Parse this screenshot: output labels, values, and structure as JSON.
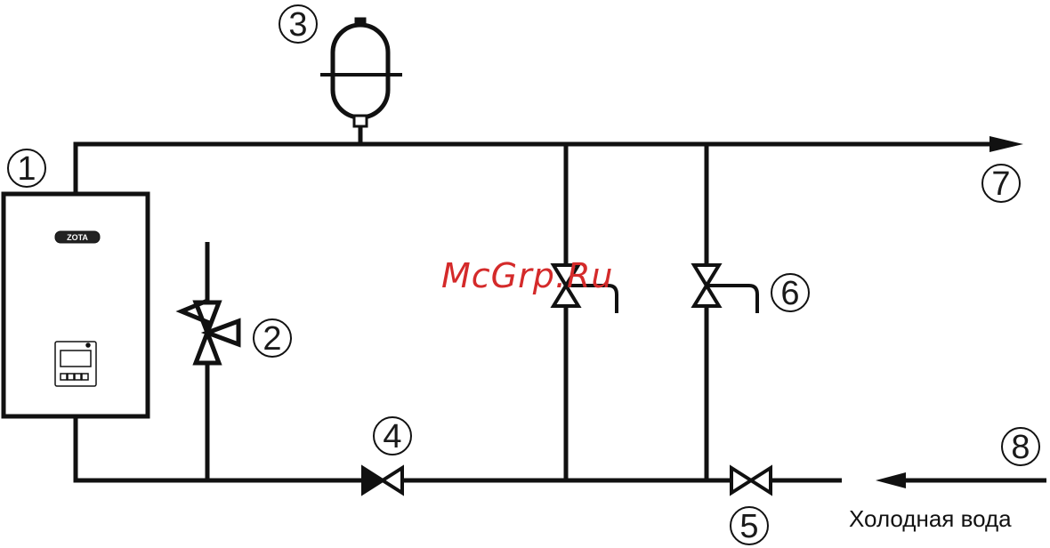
{
  "labels": {
    "boiler": "1",
    "safety_valve": "2",
    "expansion_tank": "3",
    "valve_4": "4",
    "valve_5": "5",
    "drain_valve": "6",
    "hot_out": "7",
    "cold_in": "8"
  },
  "caption": "Холодная вода",
  "watermark": "McGrp.Ru",
  "boiler_logo": "ZOTA",
  "colors": {
    "line": "#111111",
    "watermark": "#d42a2a"
  }
}
